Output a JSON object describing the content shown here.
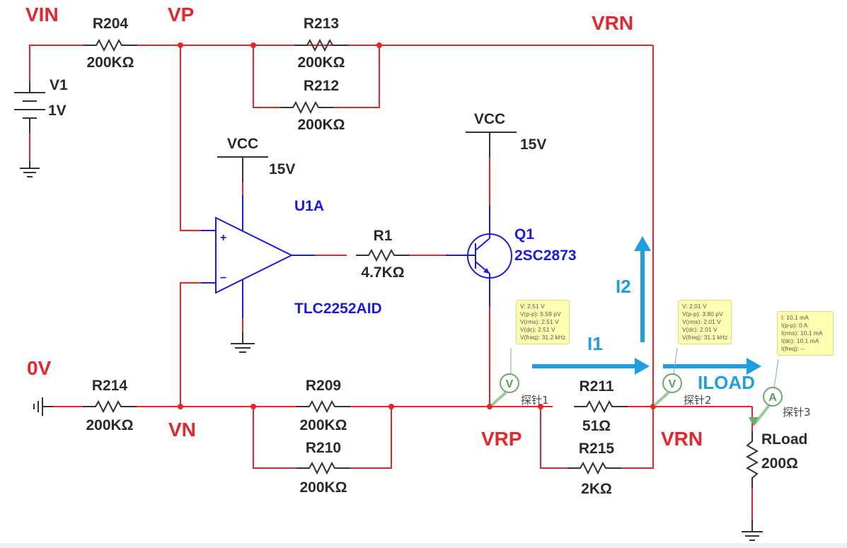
{
  "nets": {
    "vin": "VIN",
    "vp": "VP",
    "vrn_top": "VRN",
    "zero_v": "0V",
    "vn": "VN",
    "vrp": "VRP",
    "vrn_bottom": "VRN"
  },
  "components": {
    "r204": {
      "ref": "R204",
      "value": "200KΩ"
    },
    "r213": {
      "ref": "R213",
      "value": "200KΩ"
    },
    "r212": {
      "ref": "R212",
      "value": "200KΩ"
    },
    "v1": {
      "ref": "V1",
      "value": "1V"
    },
    "vcc_opamp": {
      "ref": "VCC",
      "value": "15V"
    },
    "vcc_q1": {
      "ref": "VCC",
      "value": "15V"
    },
    "u1a": {
      "ref": "U1A",
      "part": "TLC2252AID",
      "plus": "+",
      "minus": "−"
    },
    "r1": {
      "ref": "R1",
      "value": "4.7KΩ"
    },
    "q1": {
      "ref": "Q1",
      "part": "2SC2873"
    },
    "r214": {
      "ref": "R214",
      "value": "200KΩ"
    },
    "r209": {
      "ref": "R209",
      "value": "200KΩ"
    },
    "r210": {
      "ref": "R210",
      "value": "200KΩ"
    },
    "r211": {
      "ref": "R211",
      "value": "51Ω"
    },
    "r215": {
      "ref": "R215",
      "value": "2KΩ"
    },
    "rload": {
      "ref": "RLoad",
      "value": "200Ω"
    }
  },
  "currents": {
    "i1": "I1",
    "i2": "I2",
    "iload": "ILOAD"
  },
  "probes": [
    {
      "name": "探针1",
      "symbol": "V",
      "lines": [
        "V: 2.51 V",
        "V(p-p): 5.59 pV",
        "V(rms): 2.51 V",
        "V(dc): 2.51 V",
        "V(freq): 31.2 kHz"
      ]
    },
    {
      "name": "探针2",
      "symbol": "V",
      "lines": [
        "V: 2.01 V",
        "V(p-p): 3.80 pV",
        "V(rms): 2.01 V",
        "V(dc): 2.01 V",
        "V(freq): 31.1 kHz"
      ]
    },
    {
      "name": "探针3",
      "symbol": "A",
      "lines": [
        "I: 10.1 mA",
        "I(p-p): 0 A",
        "I(rms): 10.1 mA",
        "I(dc): 10.1 mA",
        "I(freq): --"
      ]
    }
  ],
  "colors": {
    "wire": "#e8242c",
    "component": "#333333",
    "active_part": "#1a1ae6",
    "current_arrow": "#1f9ee0",
    "probe_fill": "#ffffb0"
  }
}
